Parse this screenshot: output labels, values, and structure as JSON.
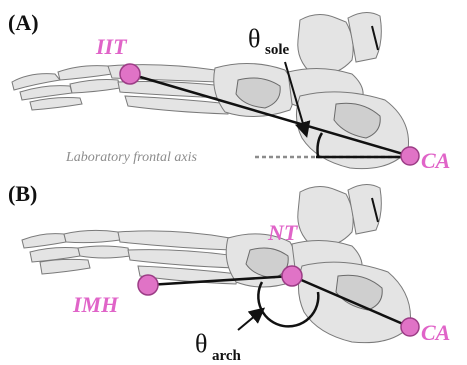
{
  "panels": [
    {
      "label": "(A)",
      "landmarks": {
        "proximal": "IIT",
        "heel": "CA"
      },
      "angle": {
        "symbol": "θ",
        "subscript": "sole"
      },
      "reference_axis": "Laboratory frontal axis"
    },
    {
      "label": "(B)",
      "landmarks": {
        "metatarsal_head": "IMH",
        "navicular": "NT",
        "heel": "CA"
      },
      "angle": {
        "symbol": "θ",
        "subscript": "arch"
      }
    }
  ],
  "colors": {
    "marker": "#e073c6",
    "landmark_text": "#e064c8",
    "bone": "#e4e4e4",
    "axis_line": "#8c8c8c",
    "lines": "#111111"
  }
}
